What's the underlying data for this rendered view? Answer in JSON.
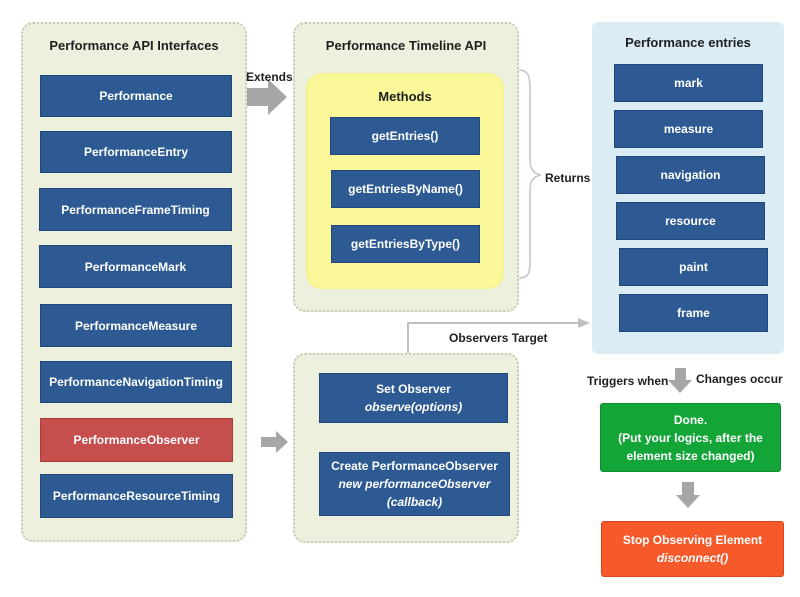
{
  "interfaces": {
    "title": "Performance API Interfaces",
    "items": [
      "Performance",
      "PerformanceEntry",
      "PerformanceFrameTiming",
      "PerformanceMark",
      "PerformanceMeasure",
      "PerformanceNavigationTiming",
      "PerformanceObserver",
      "PerformanceResourceTiming"
    ]
  },
  "timeline": {
    "title": "Performance Timeline API",
    "methods_title": "Methods",
    "methods": [
      "getEntries()",
      "getEntriesByName()",
      "getEntriesByType()"
    ]
  },
  "entries": {
    "title": "Performance entries",
    "items": [
      "mark",
      "measure",
      "navigation",
      "resource",
      "paint",
      "frame"
    ]
  },
  "observer": {
    "set_observer": "Set Observer",
    "observe_call": "observe(options)",
    "create_observer": "Create PerformanceObserver",
    "new_call": "new performanceObserver",
    "callback": "(callback)"
  },
  "labels": {
    "extends": "Extends",
    "returns": "Returns",
    "observers_target": "Observers Target",
    "triggers_when": "Triggers when",
    "changes_occur": "Changes occur"
  },
  "done": {
    "title": "Done.",
    "line1": "(Put your logics, after the",
    "line2": "element size changed)"
  },
  "stop": {
    "title": "Stop Observing Element",
    "call": "disconnect()"
  },
  "colors": {
    "box_blue": "#2e5a94",
    "observer_red": "#c54f4d",
    "done_green": "#14a538",
    "stop_orange": "#f65a2a",
    "methods_yellow": "#fbf89a",
    "panel_beige": "#eef0de",
    "entries_panel_blue": "#dcecf5",
    "arrow_gray": "#a6a6a6"
  }
}
